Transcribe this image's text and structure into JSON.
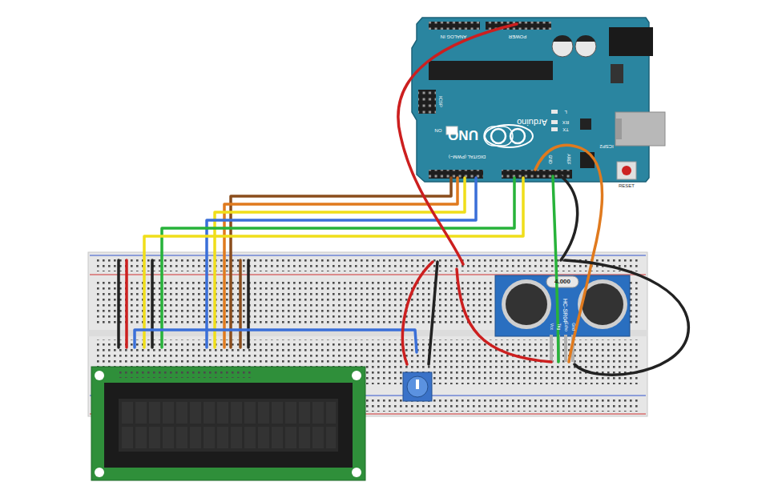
{
  "diagram": {
    "labels": [
      "UNO",
      "Arduino",
      "DIGITAL (PWM~)",
      "ANALOG IN",
      "POWER",
      "ICSP",
      "ON",
      "TX",
      "RX",
      "L",
      "AREF",
      "GND",
      "ICSP2",
      "RESET",
      "4.000",
      "HC-SR04",
      "Vcc",
      "Trig",
      "Echo",
      "Gnd"
    ]
  }
}
